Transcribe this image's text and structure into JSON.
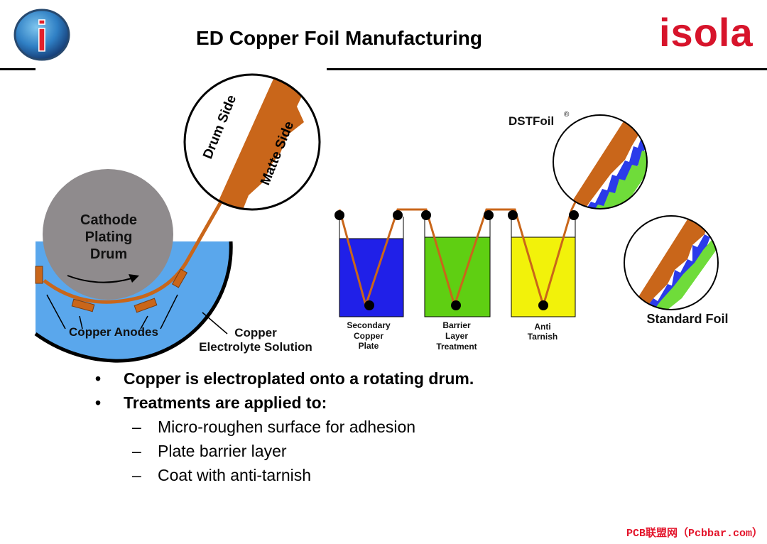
{
  "header": {
    "title": "ED Copper Foil Manufacturing",
    "logo_letter": "i",
    "brand": "isola"
  },
  "diagram": {
    "drum_label_lines": [
      "Cathode",
      "Plating",
      "Drum"
    ],
    "zoom_drum_side": "Drum Side",
    "zoom_matte_side": "Matte Side",
    "anodes_label": "Copper Anodes",
    "electrolyte_label_lines": [
      "Copper",
      "Electrolyte Solution"
    ],
    "tanks": [
      {
        "lines": [
          "Secondary",
          "Copper",
          "Plate"
        ],
        "color": "#2020e8"
      },
      {
        "lines": [
          "Barrier",
          "Layer",
          "Treatment"
        ],
        "color": "#5fcf12"
      },
      {
        "lines": [
          "Anti",
          "Tarnish"
        ],
        "color": "#f2f20a"
      }
    ],
    "dstfoil_label": "DSTFoil",
    "dstfoil_mark": "®",
    "standard_foil_label": "Standard Foil",
    "colors": {
      "copper": "#c9661a",
      "electrolyte": "#5aa7ec",
      "drum": "#8f8b8d",
      "nodule_blue": "#2a3bea",
      "nodule_green": "#6fdc3a"
    }
  },
  "bullets": [
    {
      "text": "Copper is electroplated onto a rotating drum.",
      "marker": "•"
    },
    {
      "text": "Treatments are applied to:",
      "marker": "•",
      "sub": [
        {
          "marker": "–",
          "text": "Micro-roughen surface for adhesion"
        },
        {
          "marker": "–",
          "text": "Plate barrier layer"
        },
        {
          "marker": "–",
          "text": "Coat with anti-tarnish"
        }
      ]
    }
  ],
  "watermark": "PCB联盟网（Pcbbar.com）"
}
